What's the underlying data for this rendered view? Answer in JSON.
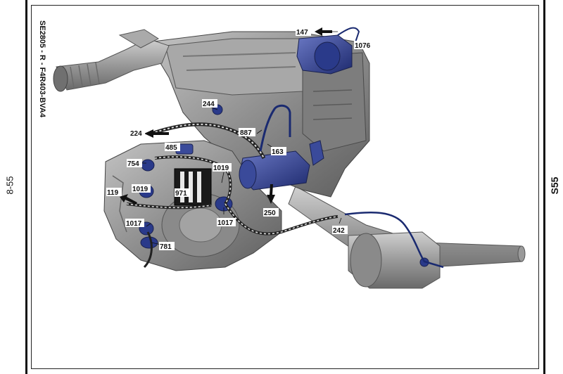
{
  "page": {
    "page_number": "8-55",
    "section_code": "S55",
    "diagram_reference": "SE2805 - R - F4R403-BVA4"
  },
  "callouts": [
    {
      "id": "c147",
      "label": "147"
    },
    {
      "id": "c1076",
      "label": "1076"
    },
    {
      "id": "c244",
      "label": "244"
    },
    {
      "id": "c224",
      "label": "224"
    },
    {
      "id": "c887",
      "label": "887"
    },
    {
      "id": "c163",
      "label": "163"
    },
    {
      "id": "c485",
      "label": "485"
    },
    {
      "id": "c754",
      "label": "754"
    },
    {
      "id": "c1019a",
      "label": "1019"
    },
    {
      "id": "c1019b",
      "label": "1019"
    },
    {
      "id": "c971",
      "label": "971"
    },
    {
      "id": "c119",
      "label": "119"
    },
    {
      "id": "c250",
      "label": "250"
    },
    {
      "id": "c242",
      "label": "242"
    },
    {
      "id": "c1017a",
      "label": "1017"
    },
    {
      "id": "c1017b",
      "label": "1017"
    },
    {
      "id": "c781",
      "label": "781"
    }
  ],
  "colors": {
    "engine_gray": "#8c8c8c",
    "engine_dark": "#5a5a5a",
    "engine_light": "#b9b9b9",
    "harness_blue": "#2a3580",
    "component_blue": "#3a4a9a"
  }
}
